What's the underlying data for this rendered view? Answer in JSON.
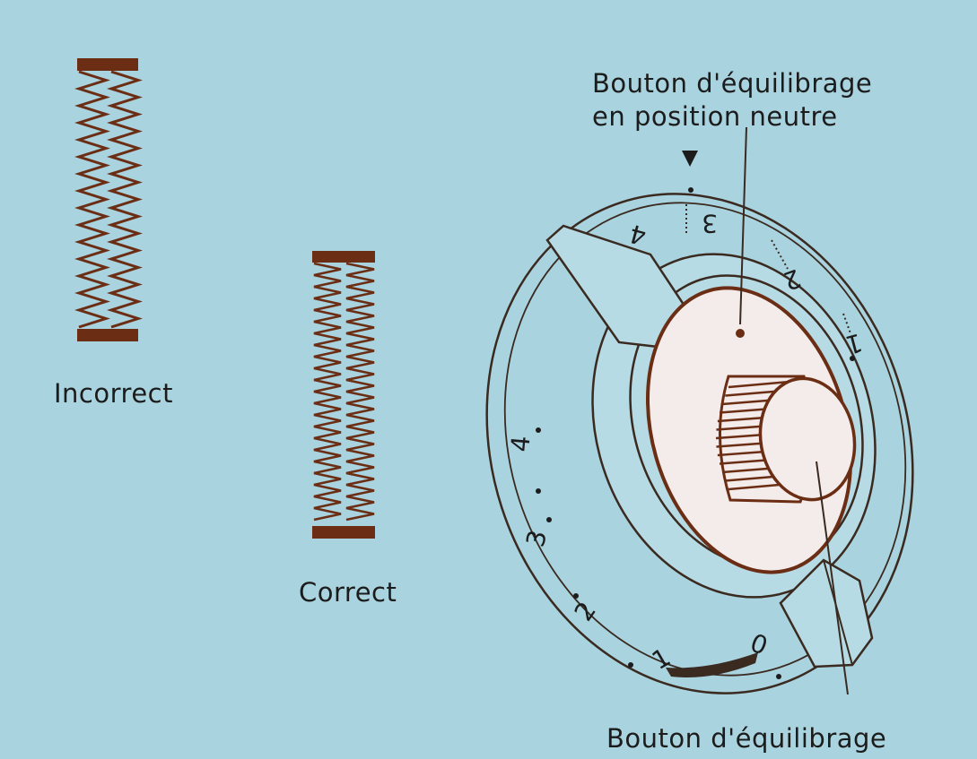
{
  "labels": {
    "incorrect": "Incorrect",
    "correct": "Correct",
    "neutral_line1": "Bouton d'équilibrage",
    "neutral_line2": "en position neutre",
    "balance_knob": "Bouton d'équilibrage"
  },
  "dial": {
    "marks": [
      "1",
      "2",
      "3",
      "4"
    ],
    "reverse_marks": [
      "0",
      "1",
      "2",
      "3",
      "4"
    ]
  },
  "colors": {
    "background": "#a9d3df",
    "stitch": "#6b2e14",
    "line": "#3a2a20",
    "knob": "#f3ecea",
    "text": "#1c1c1c"
  },
  "icons": [
    "indicator-triangle-icon",
    "neutral-dot-icon"
  ]
}
